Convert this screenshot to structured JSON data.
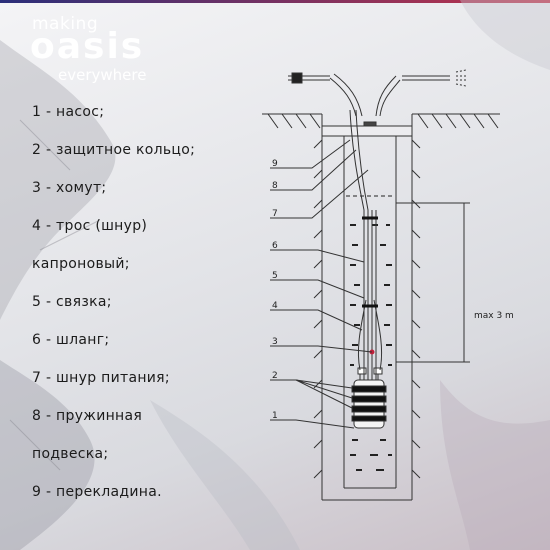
{
  "brand": {
    "making": "making",
    "oasis": "oasis",
    "everywhere": "everywhere"
  },
  "legend": {
    "lines": [
      "1 - насос;",
      "2 - защитное кольцо;",
      "3 - хомут;",
      "4 - трос (шнур)",
      "капроновый;",
      "5 - связка;",
      "6 - шланг;",
      "7 - шнур питания;",
      "8 - пружинная",
      "подвеска;",
      "9 - перекладина."
    ]
  },
  "diagram": {
    "callouts": [
      "9",
      "8",
      "7",
      "6",
      "5",
      "4",
      "3",
      "2",
      "1"
    ],
    "dimension_label": "max 3 m"
  }
}
